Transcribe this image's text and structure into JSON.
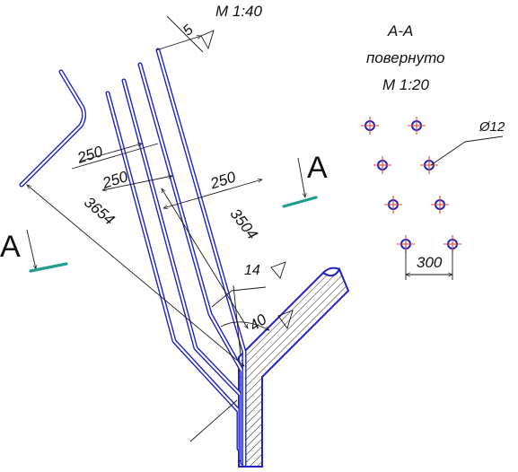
{
  "colors": {
    "rebar": "#1e23c8",
    "rebar_inner": "#ffffff",
    "dimension": "#1a1a1a",
    "section_mark": "#1f9e8f",
    "center_cross": "#e1462c",
    "hatch": "#222222"
  },
  "main_view": {
    "scale": "М 1:40",
    "dimensions": {
      "d5": "5",
      "d250a": "250",
      "d250b": "250",
      "d250c": "250",
      "d3654": "3654",
      "d3504": "3504",
      "d14": "14",
      "d40": "40"
    },
    "section_letter_left": "A",
    "section_letter_right": "A"
  },
  "section_view": {
    "title": "А-А",
    "subtitle": "повернуто",
    "scale": "М 1:20",
    "diameter": "Ø12",
    "spacing": "300"
  }
}
